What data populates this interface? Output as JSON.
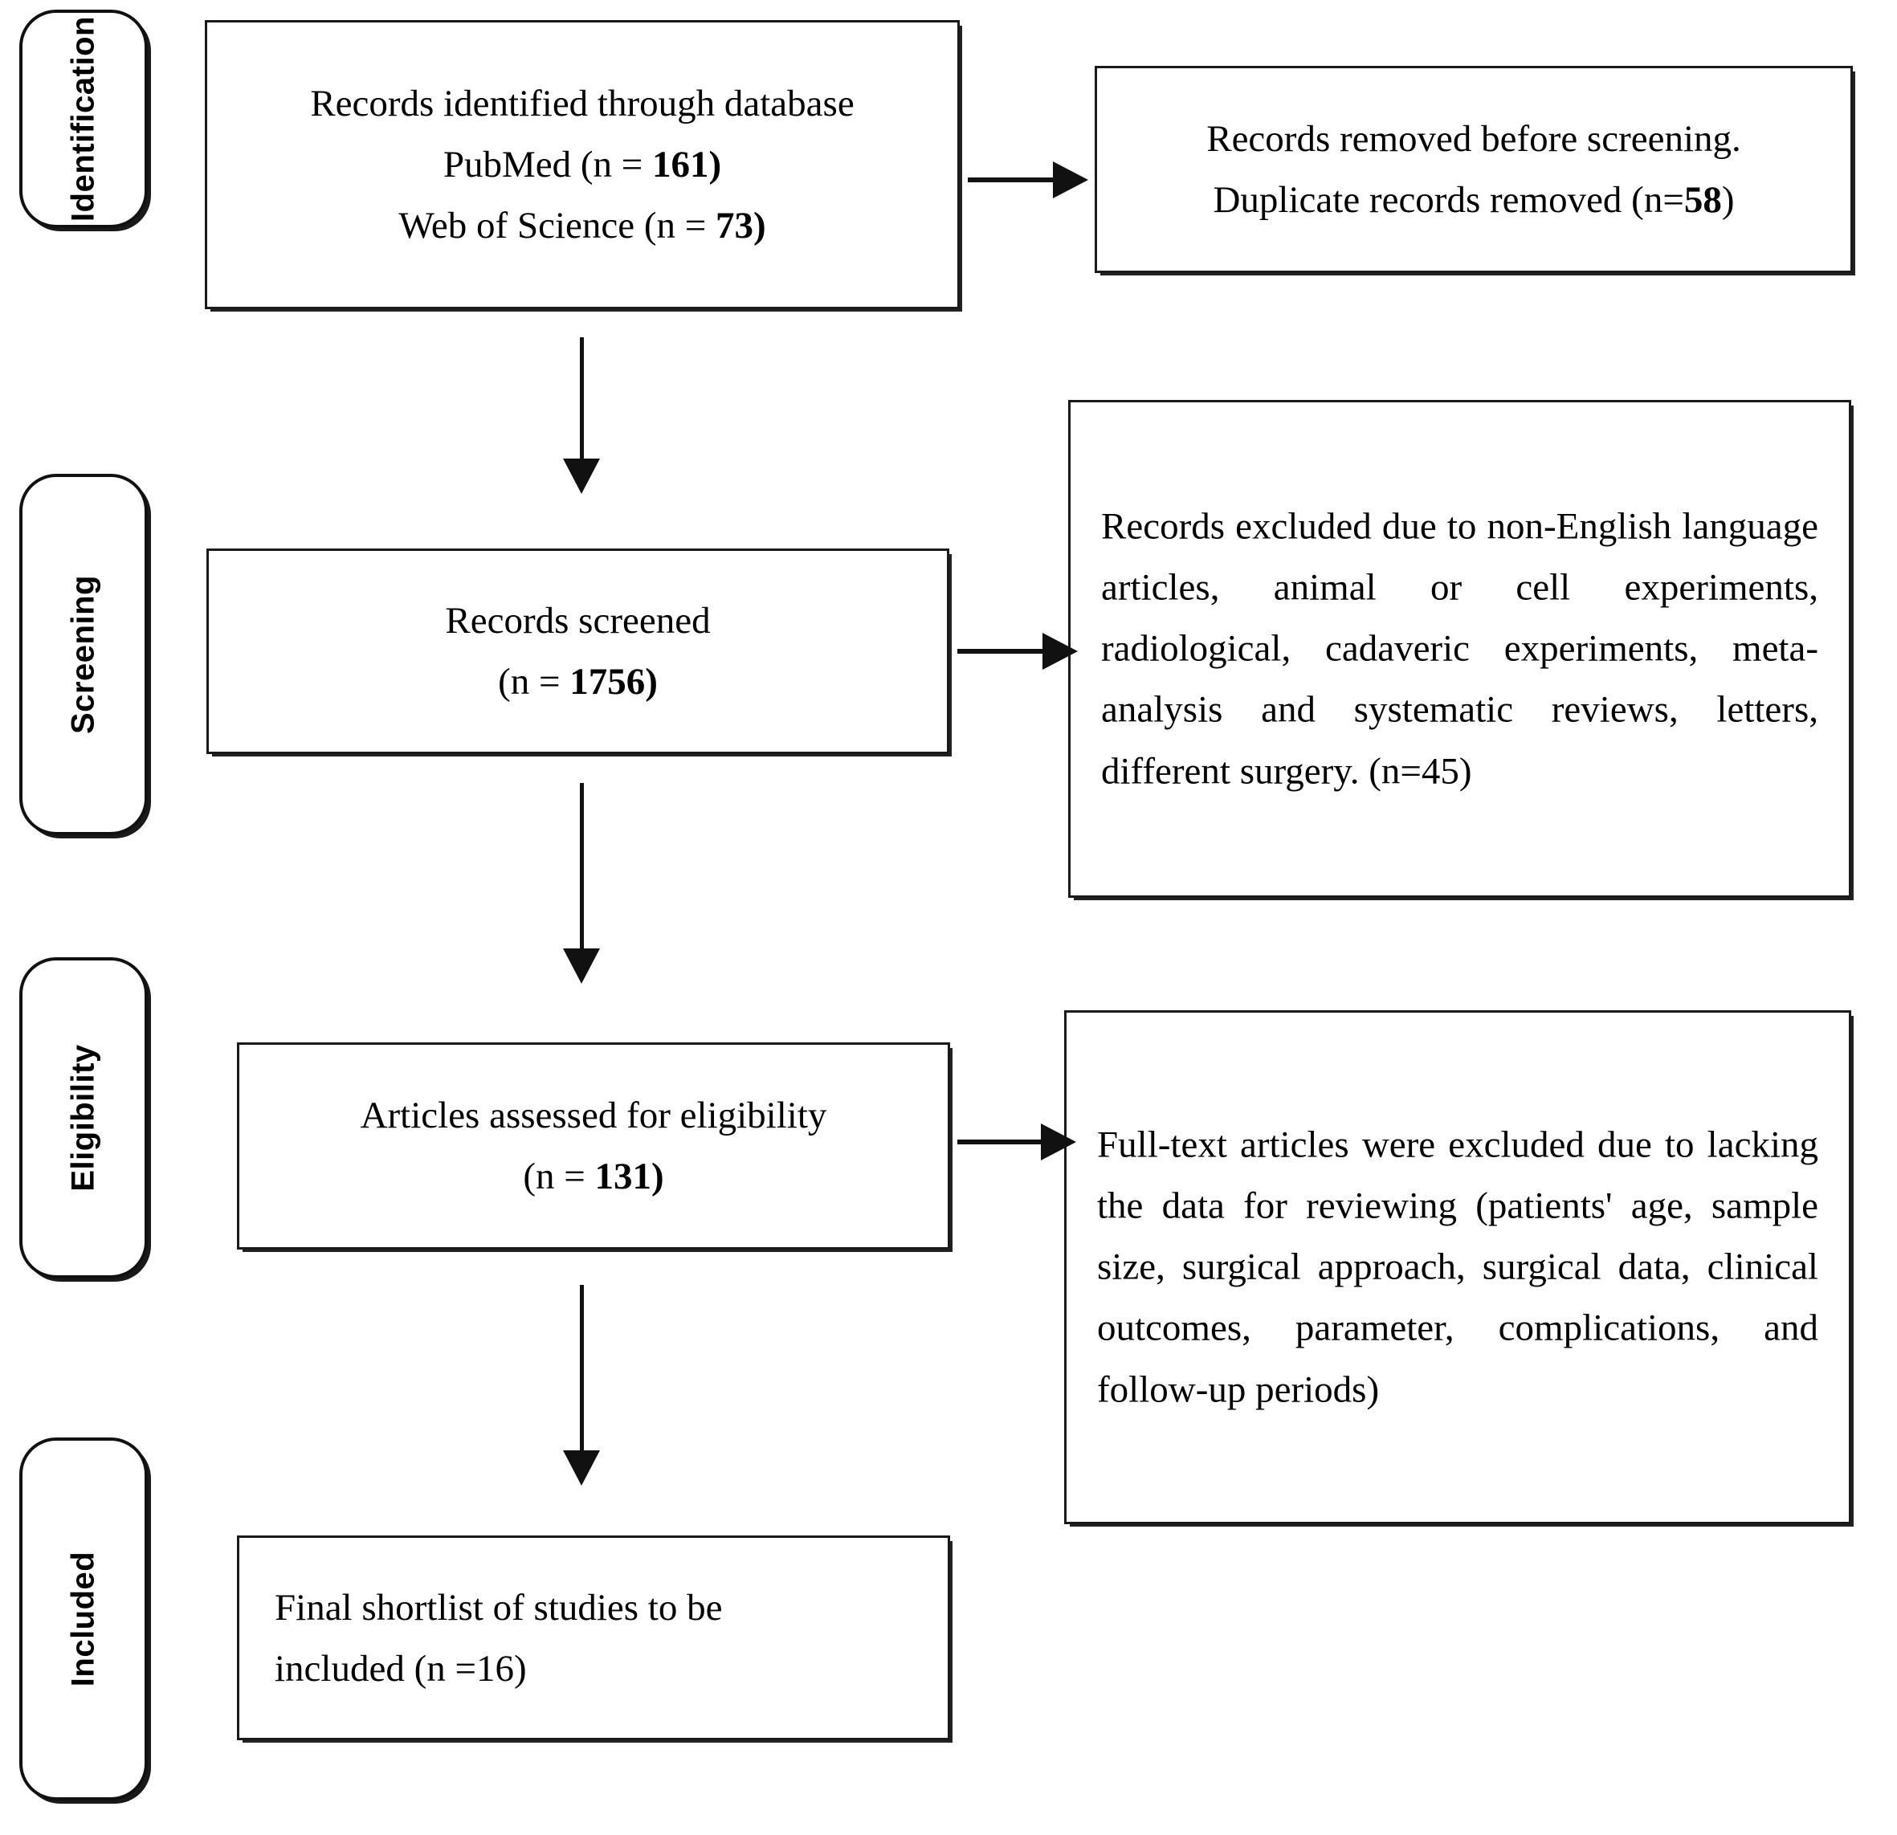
{
  "diagram": {
    "title": "PRISMA study selection flow diagram",
    "line_color": "#111111",
    "background": "#ffffff"
  },
  "stages": [
    {
      "id": "identification",
      "label": "Identification"
    },
    {
      "id": "screening",
      "label": "Screening"
    },
    {
      "id": "eligibility",
      "label": "Eligibility"
    },
    {
      "id": "included",
      "label": "Included"
    }
  ],
  "main_boxes": [
    {
      "id": "records-identified",
      "lines": [
        {
          "text": "Records identified through database"
        },
        {
          "prefix": "PubMed (n = ",
          "value": "161",
          "suffix": ")"
        },
        {
          "prefix": "Web of Science (n = ",
          "value": "73",
          "suffix": ")"
        }
      ]
    },
    {
      "id": "records-screened",
      "lines": [
        {
          "text": "Records screened"
        },
        {
          "prefix": "(n = ",
          "value": "1756",
          "suffix": ")"
        }
      ]
    },
    {
      "id": "articles-assessed",
      "lines": [
        {
          "text": "Articles assessed for eligibility"
        },
        {
          "prefix": "(n = ",
          "value": "131",
          "suffix": ")"
        }
      ]
    },
    {
      "id": "final-shortlist",
      "lines": [
        {
          "text": "Final shortlist of studies to be"
        },
        {
          "text": "included (n =16)"
        }
      ]
    }
  ],
  "side_boxes": [
    {
      "id": "records-removed",
      "lines": [
        {
          "text": "Records removed before screening."
        },
        {
          "prefix": "Duplicate records removed (n=",
          "value": "58",
          "suffix": ")"
        }
      ]
    },
    {
      "id": "records-excluded",
      "paragraph": "Records excluded due to non-English language articles, animal or cell experiments, radiological, cadaveric experiments, meta-analysis and systematic reviews, letters, different surgery. (n=45)"
    },
    {
      "id": "fulltext-excluded",
      "paragraph": "Full-text articles were excluded due to lacking the data for reviewing (patients' age, sample size, surgical approach, surgical data, clinical outcomes, parameter, complications, and follow-up periods)"
    }
  ],
  "connectors": [
    {
      "id": "identified-to-removed",
      "type": "horizontal-arrow"
    },
    {
      "id": "identified-to-screened",
      "type": "vertical-arrow"
    },
    {
      "id": "screened-to-excluded",
      "type": "horizontal-arrow"
    },
    {
      "id": "screened-to-assessed",
      "type": "vertical-arrow"
    },
    {
      "id": "assessed-to-fulltext",
      "type": "horizontal-arrow"
    },
    {
      "id": "assessed-to-shortlist",
      "type": "vertical-arrow"
    }
  ]
}
